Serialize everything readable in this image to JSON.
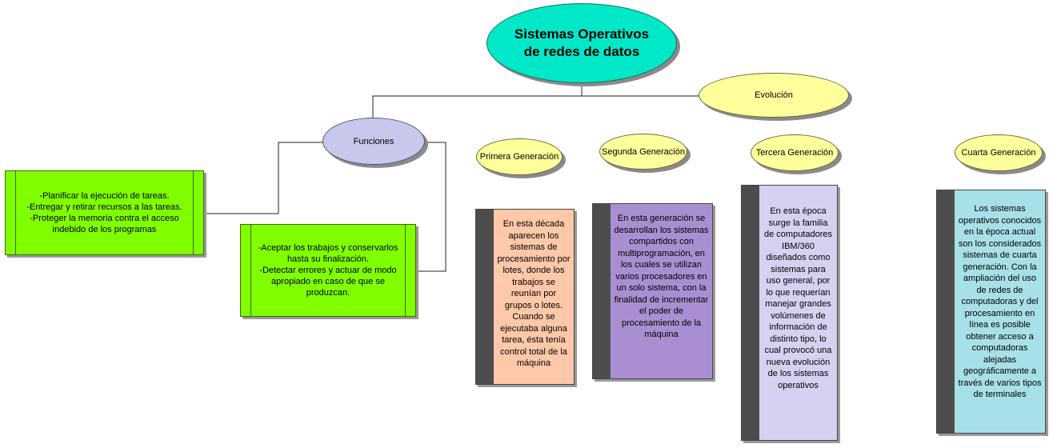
{
  "title": "Sistemas Operativos de redes de datos",
  "branches": {
    "funciones": "Funciones",
    "evolucion": "Evolución"
  },
  "funciones_boxes": [
    "-Planificar la ejecución de tareas.\n-Entregar y retirar recursos a las tareas.\n-Proteger la memoria contra el acceso indebido de los programas",
    "-Aceptar los trabajos y conservarlos hasta su finalización.\n-Detectar errores y actuar de modo apropiado en caso de que se produzcan."
  ],
  "generaciones": [
    {
      "label": "Primera Generación",
      "text": "En esta década aparecen los sistemas de procesamiento por lotes, donde los trabajos se reunían por grupos o lotes. Cuando se ejecutaba alguna tarea, ésta tenía control total de la máquina",
      "color": "#ffc8a8"
    },
    {
      "label": "Segunda Generación",
      "text": "En esta generación se desarrollan los sistemas compartidos con multiprogramación, en los cuales se utilizan varios procesadores en un solo sistema, con la finalidad de incrementar el poder de procesamiento de la máquina",
      "color": "#a98fd2"
    },
    {
      "label": "Tercera Generación",
      "text": "En esta época surge la familia de computadores IBM/360 diseñados como sistemas para uso general, por lo que requerían manejar grandes volúmenes de información de distinto tipo, lo cual provocó una nueva evolución de los sistemas operativos",
      "color": "#d8d0f0"
    },
    {
      "label": "Cuarta Generación",
      "text": "Los sistemas operativos conocidos en la época actual son los considerados sistemas de cuarta generación. Con la ampliación del uso de redes de computadoras y del procesamiento en línea es posible obtener acceso a computadoras alejadas geográficamente a través de varios tipos de terminales",
      "color": "#a8e0e8"
    }
  ]
}
